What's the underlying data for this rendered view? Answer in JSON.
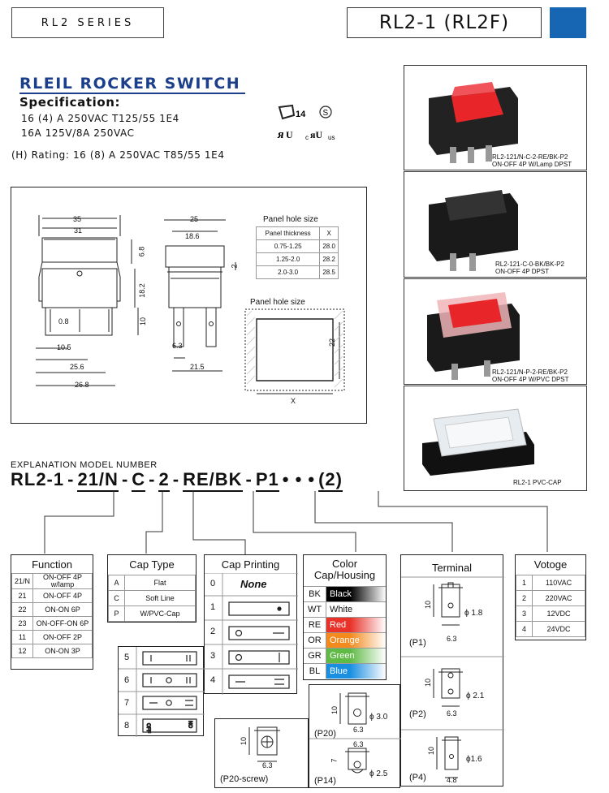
{
  "header": {
    "series": "RL2 SERIES",
    "model": "RL2-1  (RL2F)",
    "accent": "#1666b3"
  },
  "title": "RLEIL ROCKER SWITCH",
  "spec": {
    "label": "Specification:",
    "lines": [
      "16 (4) A 250VAC T125/55 1E4",
      "16A 125V/8A 250VAC"
    ],
    "rating": "(H) Rating: 16 (8) A 250VAC T85/55 1E4"
  },
  "drawing": {
    "dims": {
      "d35": "35",
      "d31": "31",
      "d25": "25",
      "d18_6": "18.6",
      "d6_8": "6.8",
      "d18_2": "18.2",
      "d10": "10",
      "d2": "2",
      "d0_8": "0.8",
      "d10_5": "10.5",
      "d25_6": "25.6",
      "d26_8": "26.8",
      "d6_3": "6.3",
      "d21_5": "21.5",
      "d22": "22",
      "dX": "X"
    },
    "panel_title": "Panel hole size",
    "panel_label": "Panel hole size",
    "panel_table": {
      "headers": [
        "Panel thickness",
        "X"
      ],
      "rows": [
        [
          "0.75-1.25",
          "28.0"
        ],
        [
          "1.25-2.0",
          "28.2"
        ],
        [
          "2.0-3.0",
          "28.5"
        ]
      ]
    }
  },
  "photos": [
    {
      "line1": "RL2-121/N-C-2-RE/BK-P2",
      "line2": "ON-OFF 4P W/Lamp DPST"
    },
    {
      "line1": "RL2-121-C-0-BK/BK-P2",
      "line2": "ON-OFF 4P DPST"
    },
    {
      "line1": "RL2-121/N-P-2-RE/BK-P2",
      "line2": "ON-OFF 4P W/PVC DPST"
    },
    {
      "line1": "RL2-1  PVC-CAP",
      "line2": ""
    }
  ],
  "explain": {
    "label": "EXPLANATION MODEL NUMBER",
    "parts": [
      "RL2-1",
      "-",
      "21/N",
      "-",
      "C",
      "-",
      "2",
      "-",
      "RE/BK",
      "-",
      "P1",
      "• • •",
      "(2)"
    ]
  },
  "function": {
    "title": "Function",
    "rows": [
      [
        "21/N",
        "ON-OFF 4P w/lamp"
      ],
      [
        "21",
        "ON-OFF  4P"
      ],
      [
        "22",
        "ON-ON  6P"
      ],
      [
        "23",
        "ON-OFF-ON  6P"
      ],
      [
        "11",
        "ON-OFF  2P"
      ],
      [
        "12",
        "ON-ON  3P"
      ]
    ]
  },
  "captype": {
    "title": "Cap Type",
    "rows": [
      [
        "A",
        "Flat"
      ],
      [
        "C",
        "Soft  Line"
      ],
      [
        "P",
        "W/PVC-Cap"
      ]
    ]
  },
  "capprint": {
    "title": "Cap Printing",
    "none_code": "0",
    "none_label": "None",
    "codes": [
      "1",
      "2",
      "3",
      "4"
    ],
    "codes2": [
      "5",
      "6",
      "7",
      "8"
    ]
  },
  "color": {
    "title1": "Color",
    "title2": "Cap/Housing",
    "rows": [
      {
        "code": "BK",
        "name": "Black",
        "c1": "#000000",
        "c2": "#ffffff"
      },
      {
        "code": "WT",
        "name": "White",
        "c1": "#ffffff",
        "c2": "#ffffff"
      },
      {
        "code": "RE",
        "name": "Red",
        "c1": "#e8322a",
        "c2": "#ffffff"
      },
      {
        "code": "OR",
        "name": "Orange",
        "c1": "#f28a1e",
        "c2": "#ffffff"
      },
      {
        "code": "GR",
        "name": "Green",
        "c1": "#5fba46",
        "c2": "#ffffff"
      },
      {
        "code": "BL",
        "name": "Blue",
        "c1": "#1a8fe0",
        "c2": "#ffffff"
      }
    ]
  },
  "terminal": {
    "title": "Terminal",
    "items": [
      {
        "code": "(P1)",
        "w": "6.3",
        "h": "10",
        "hole": "ϕ 1.8"
      },
      {
        "code": "(P2)",
        "w": "6.3",
        "h": "10",
        "hole": "ϕ 2.1"
      },
      {
        "code": "(P4)",
        "w": "4.8",
        "h": "10",
        "hole": "ϕ1.6"
      },
      {
        "code": "(P20)",
        "w": "6.3",
        "h": "10",
        "hole": "ϕ 3.0"
      },
      {
        "code": "(P14)",
        "w": "6.3",
        "h": "7",
        "hole": "ϕ 2.5"
      },
      {
        "code": "(P20-screw)",
        "w": "6.3",
        "h": "10",
        "hole": ""
      }
    ]
  },
  "voltage": {
    "title": "Votoge",
    "rows": [
      [
        "1",
        "110VAC"
      ],
      [
        "2",
        "220VAC"
      ],
      [
        "3",
        "12VDC"
      ],
      [
        "4",
        "24VDC"
      ]
    ]
  }
}
